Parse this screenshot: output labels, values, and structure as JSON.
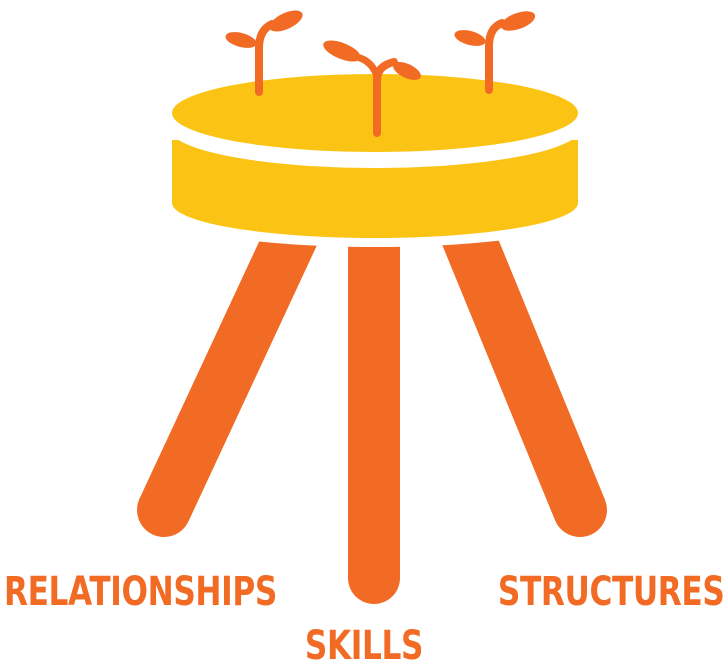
{
  "colors": {
    "seat": "#fbc414",
    "legs": "#f26b25",
    "sprouts": "#f26b25",
    "labels": "#f26b25",
    "background": "#ffffff"
  },
  "labels": {
    "left_leg": "RELATIONSHIPS",
    "middle_leg": "SKILLS",
    "right_leg": "STRUCTURES"
  },
  "icons": {
    "seat": "stool-seat-icon",
    "sprout": "sprout-icon"
  }
}
